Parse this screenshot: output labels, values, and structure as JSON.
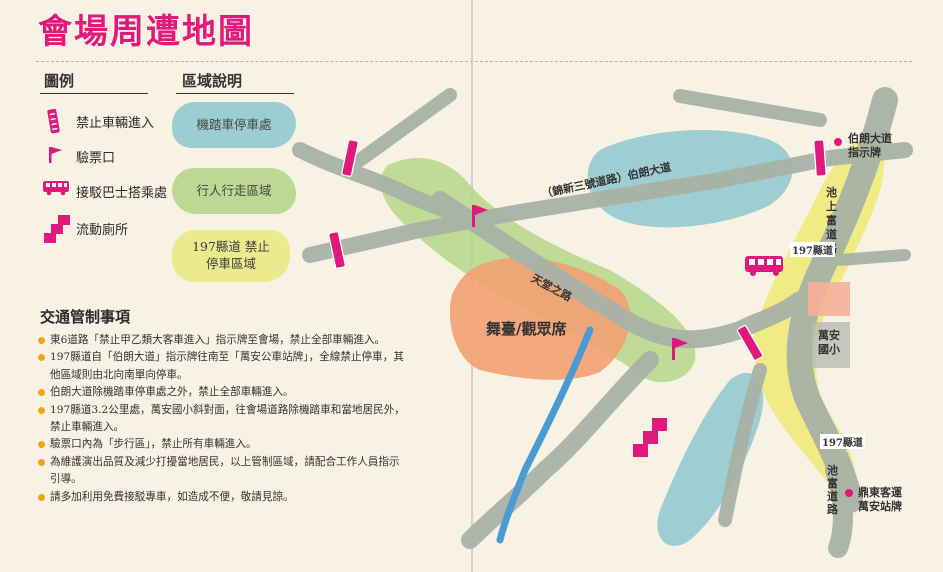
{
  "title": "會場周遭地圖",
  "legend": {
    "heading": "圖例",
    "items": [
      {
        "icon": "no-entry-sign-icon",
        "label": "禁止車輛進入"
      },
      {
        "icon": "ticket-flag-icon",
        "label": "驗票口"
      },
      {
        "icon": "shuttle-bus-icon",
        "label": "接駁巴士搭乘處"
      },
      {
        "icon": "portable-toilet-icon",
        "label": "流動廁所"
      }
    ]
  },
  "zones": {
    "heading": "區域說明",
    "items": [
      {
        "label": "機踏車停車處",
        "color": "#93c9cf"
      },
      {
        "label": "行人行走區域",
        "color": "#b6d68a"
      },
      {
        "label": "197縣道 禁止停車區域",
        "color": "#e9e58a"
      }
    ]
  },
  "traffic": {
    "heading": "交通管制事項",
    "rules": [
      "東6道路「禁止甲乙類大客車進入」指示牌至會場，禁止全部車輛進入。",
      "197縣道自「伯朗大道」指示牌往南至「萬安公車站牌」，全線禁止停車，其他區域則由北向南單向停車。",
      "伯朗大道除機踏車停車處之外，禁止全部車輛進入。",
      "197縣道3.2公里處，萬安國小斜對面，往會場道路除機踏車和當地居民外，禁止車輛進入。",
      "驗票口內為「步行區」，禁止所有車輛進入。",
      "為維護演出品質及減少打擾當地居民，以上管制區域，請配合工作人員指示引導。",
      "請多加利用免費接駁專車，如造成不便，敬請見諒。"
    ]
  },
  "map": {
    "road_boran": "（錦新三號道路）伯朗大道",
    "road_tiantang": "天堂之路",
    "stage": "舞臺/觀眾席",
    "chishang_road": "池上富道路",
    "route197_a": "197縣道",
    "route197_b": "197縣道",
    "school": "萬安國小",
    "chishang_road_south": "池富道路",
    "boran_sign": "伯朗大道指示牌",
    "bus_stop": "鼎東客運萬安站牌"
  },
  "colors": {
    "accent": "#e0197d",
    "road": "#a9b2a6",
    "pedestrian": "#b6d68a",
    "parking": "#93c9cf",
    "no_parking": "#eeea7a",
    "stage_area": "#f2a072",
    "river": "#4a9ad6",
    "school_block": "#f4b099"
  }
}
